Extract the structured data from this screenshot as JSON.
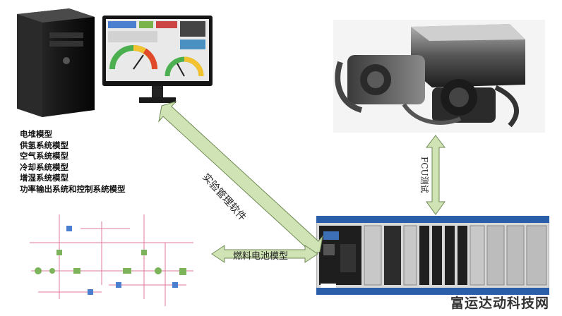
{
  "model_list": [
    "电堆模型",
    "供氢系统模型",
    "空气系统模型",
    "冷却系统模型",
    "增湿系统模型",
    "功率输出系统和控制系统模型",
    "……"
  ],
  "arrows": {
    "software": "实验管理软件",
    "fcu": "FCU测试",
    "model": "燃料电池模型"
  },
  "watermark": "富运达动科技网",
  "colors": {
    "arrow_fill": "#cfe3b4",
    "arrow_stroke": "#6f8a55",
    "pc_black": "#121212",
    "schematic_lines": "#e07a9a"
  },
  "icons": [
    "desktop-tower-icon",
    "monitor-dashboard-icon",
    "fuel-cell-engine-icon",
    "pxi-chassis-icon",
    "schematic-diagram-icon"
  ]
}
